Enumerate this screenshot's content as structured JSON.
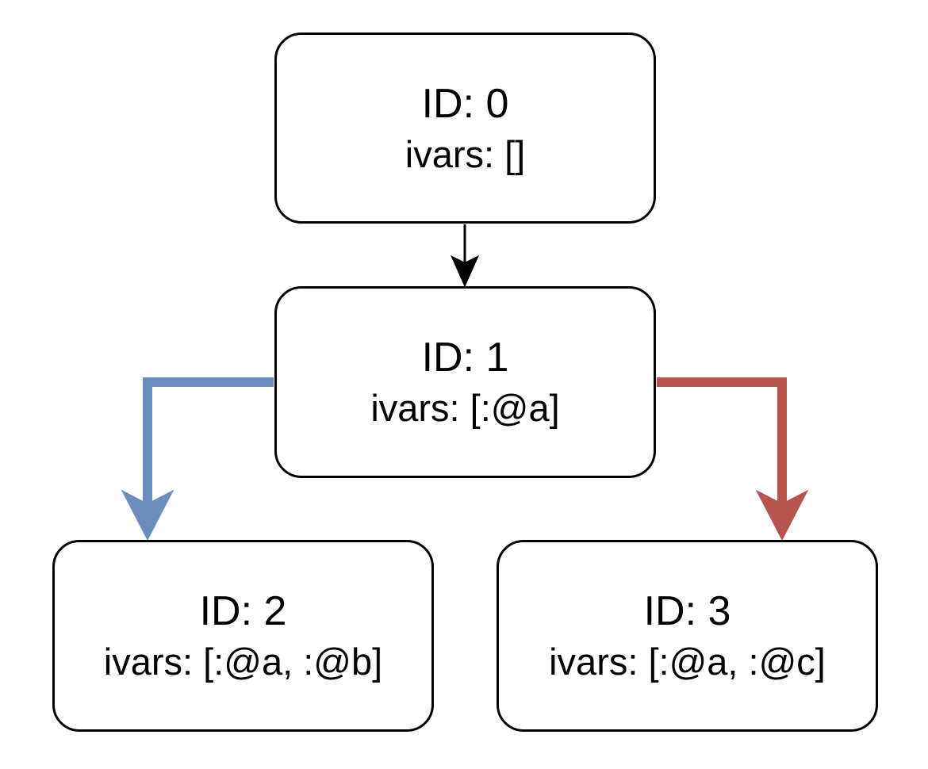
{
  "nodes": [
    {
      "id_text": "ID: 0",
      "ivars_text": "ivars: []"
    },
    {
      "id_text": "ID: 1",
      "ivars_text": "ivars: [:@a]"
    },
    {
      "id_text": "ID: 2",
      "ivars_text": "ivars: [:@a, :@b]"
    },
    {
      "id_text": "ID: 3",
      "ivars_text": "ivars: [:@a, :@c]"
    }
  ],
  "edges": [
    {
      "from": 0,
      "to": 1,
      "color": "#000000"
    },
    {
      "from": 1,
      "to": 2,
      "color": "#6c8ebf"
    },
    {
      "from": 1,
      "to": 3,
      "color": "#b85450"
    }
  ]
}
